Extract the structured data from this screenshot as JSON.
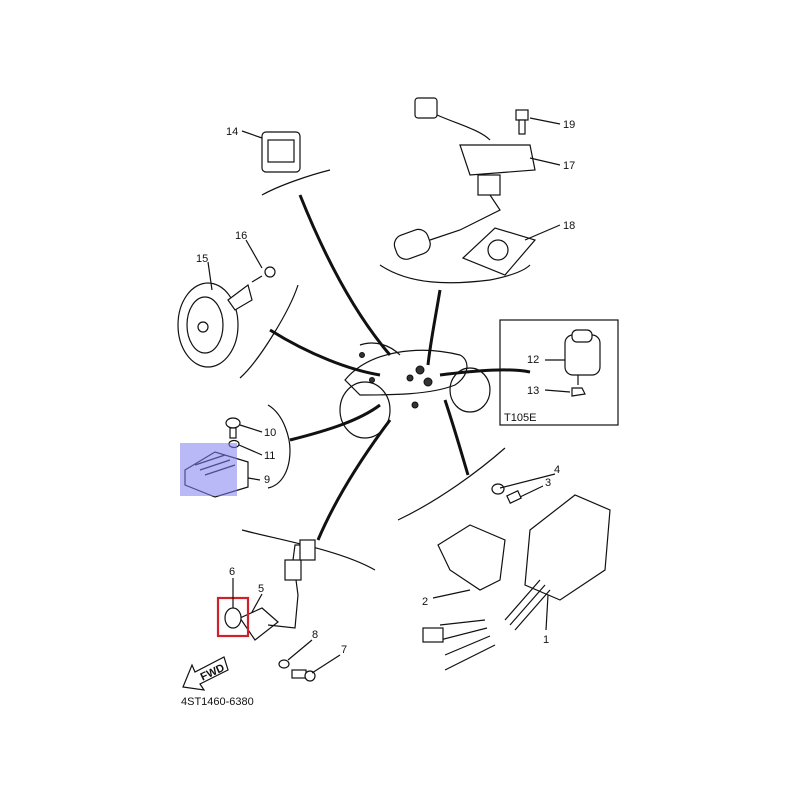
{
  "diagram": {
    "catalog_number": "4ST1460-6380",
    "inset_label": "T105E",
    "fwd_label": "FWD",
    "callouts": [
      "1",
      "2",
      "3",
      "4",
      "5",
      "6",
      "7",
      "8",
      "9",
      "10",
      "11",
      "12",
      "13",
      "14",
      "15",
      "16",
      "17",
      "18",
      "19"
    ],
    "highlights": {
      "blue_part": "9",
      "red_part": "6",
      "blue_color": "#7f7ff0",
      "red_color": "#d0202a"
    }
  }
}
